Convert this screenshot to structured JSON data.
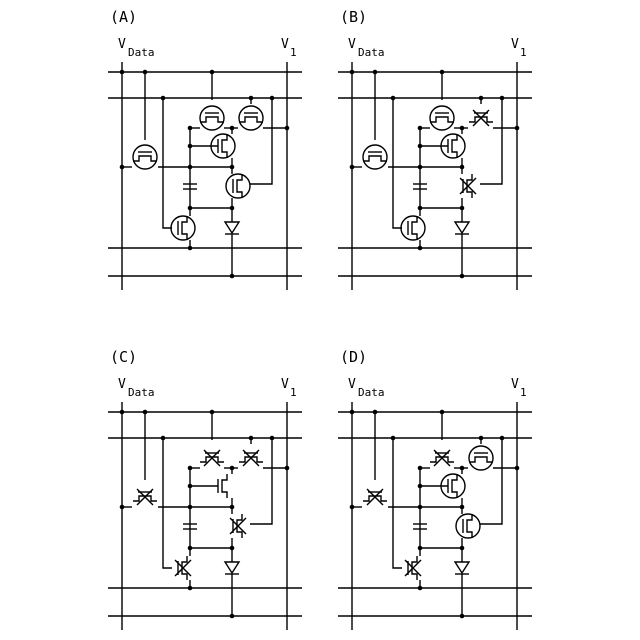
{
  "panels": [
    {
      "label": "(A)",
      "vdata_main": "V",
      "vdata_sub": "Data",
      "v1_main": "V",
      "v1_sub": "1",
      "transistors": [
        "on",
        "on",
        "on",
        "on",
        "on",
        "on"
      ]
    },
    {
      "label": "(B)",
      "vdata_main": "V",
      "vdata_sub": "Data",
      "v1_main": "V",
      "v1_sub": "1",
      "transistors": [
        "on",
        "on",
        "off",
        "on",
        "off",
        "on"
      ]
    },
    {
      "label": "(C)",
      "vdata_main": "V",
      "vdata_sub": "Data",
      "v1_main": "V",
      "v1_sub": "1",
      "transistors": [
        "off",
        "off",
        "off",
        "bare",
        "off",
        "off"
      ]
    },
    {
      "label": "(D)",
      "vdata_main": "V",
      "vdata_sub": "Data",
      "v1_main": "V",
      "v1_sub": "1",
      "transistors": [
        "off",
        "off",
        "on",
        "on",
        "on",
        "off"
      ]
    }
  ]
}
